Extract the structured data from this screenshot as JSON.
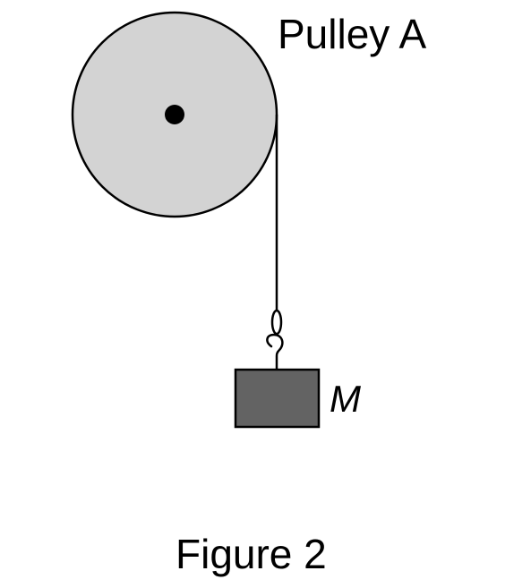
{
  "labels": {
    "pulley": "Pulley A",
    "mass": "M",
    "caption": "Figure 2"
  },
  "colors": {
    "pulley_fill": "#d3d3d3",
    "block_fill": "#636363",
    "stroke": "#000000"
  }
}
